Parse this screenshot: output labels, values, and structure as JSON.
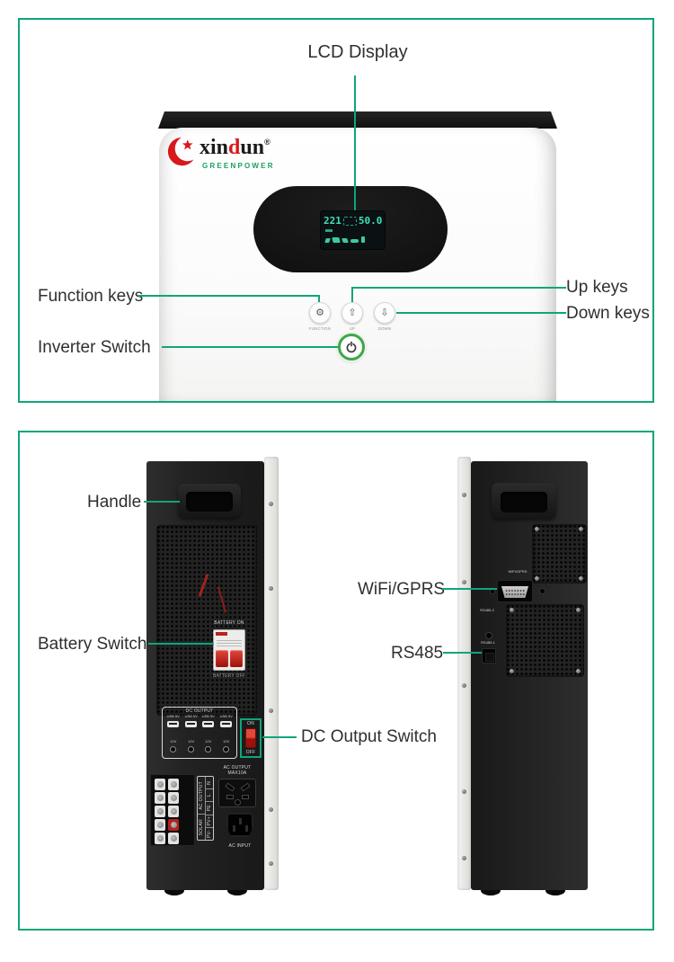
{
  "colors": {
    "accent": "#0fa57b",
    "label": "#2f2f2f",
    "lcd": "#3fe0b4",
    "logo_red": "#d7191c",
    "logo_green": "#17a15b"
  },
  "front": {
    "annotations": {
      "lcd_display": "LCD Display",
      "function_keys": "Function keys",
      "up_keys": "Up keys",
      "down_keys": "Down keys",
      "inverter_switch": "Inverter Switch"
    },
    "logo": {
      "part1": "xin",
      "part2": "d",
      "part3": "un",
      "reg": "®",
      "subtitle": "GREENPOWER"
    },
    "lcd": {
      "left_value": "221",
      "right_value": "50.0"
    },
    "keys": {
      "function": "FUNCTION",
      "up": "UP",
      "down": "DOWN"
    },
    "icons": {
      "gear": "⚙",
      "up_arrow": "⇧",
      "down_arrow": "⇩"
    }
  },
  "back": {
    "annotations": {
      "handle": "Handle",
      "battery_switch": "Battery Switch",
      "dc_output_switch": "DC Output Switch",
      "wifi_gprs": "WiFi/GPRS",
      "rs485": "RS485"
    },
    "left_tower": {
      "battery_on": "BATTERY ON",
      "battery_off": "BATTERY OFF",
      "dc_output": {
        "title": "DC OUTPUT",
        "usb_label": "USB 5V",
        "dc12_label": "12V",
        "on": "ON",
        "off": "OFF"
      },
      "ac_output_line1": "AC OUTPUT",
      "ac_output_line2": "MAX10A",
      "ac_input": "AC INPUT",
      "terminal_strip": {
        "group1": "AC OUTPUT",
        "group2": "SOLAR",
        "terminals": [
          "N",
          "L",
          "PE",
          "PV+",
          "PV-"
        ]
      }
    },
    "right_tower": {
      "wifi_port_label": "WIFI/GPRS",
      "rs485_2": "RS485-2",
      "rs485_1": "RS485-1"
    }
  }
}
